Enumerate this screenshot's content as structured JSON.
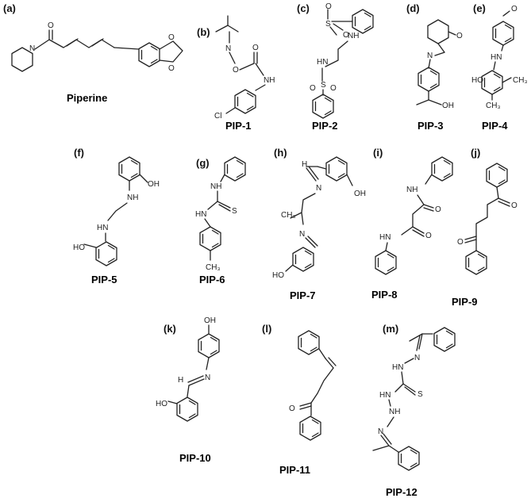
{
  "panels": [
    {
      "letter": "(a)",
      "name": "Piperine"
    },
    {
      "letter": "(b)",
      "name": "PIP-1"
    },
    {
      "letter": "(c)",
      "name": "PIP-2"
    },
    {
      "letter": "(d)",
      "name": "PIP-3"
    },
    {
      "letter": "(e)",
      "name": "PIP-4"
    },
    {
      "letter": "(f)",
      "name": "PIP-5"
    },
    {
      "letter": "(g)",
      "name": "PIP-6"
    },
    {
      "letter": "(h)",
      "name": "PIP-7"
    },
    {
      "letter": "(i)",
      "name": "PIP-8"
    },
    {
      "letter": "(j)",
      "name": "PIP-9"
    },
    {
      "letter": "(k)",
      "name": "PIP-10"
    },
    {
      "letter": "(l)",
      "name": "PIP-11"
    },
    {
      "letter": "(m)",
      "name": "PIP-12"
    }
  ],
  "atoms": {
    "O": "O",
    "N": "N",
    "NH": "NH",
    "HN": "HN",
    "OH": "OH",
    "HO": "HO",
    "S": "S",
    "Cl": "Cl",
    "CH3": "CH₃",
    "H": "H",
    "HNN": "HN",
    "NNH": "NH"
  },
  "colors": {
    "ink": "#222222",
    "background": "#ffffff"
  }
}
